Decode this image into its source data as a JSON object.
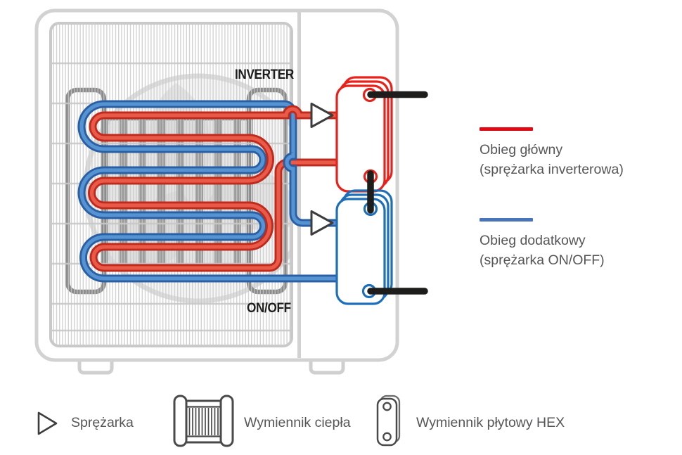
{
  "unit_labels": {
    "inverter": "INVERTER",
    "on_off": "ON/OFF"
  },
  "legend": {
    "items": [
      {
        "swatch_color": "#e30613",
        "title": "Obieg główny",
        "subtitle": "(sprężarka inverterowa)"
      },
      {
        "swatch_color": "#4a74ba",
        "title": "Obieg dodatkowy",
        "subtitle": "(sprężarka ON/OFF)"
      }
    ]
  },
  "symbol_legend": {
    "items": [
      {
        "icon": "compressor-icon",
        "label": "Sprężarka"
      },
      {
        "icon": "heat-exchanger-coil-icon",
        "label": "Wymiennik ciepła"
      },
      {
        "icon": "plate-hex-icon",
        "label": "Wymiennik płytowy HEX"
      }
    ]
  },
  "colors": {
    "red_circuit": "#e30613",
    "blue_circuit": "#4a74ba",
    "hex_red": "#e8211a",
    "hex_blue": "#1e6fb9",
    "pipe_red_edge": "#bf2a1d",
    "pipe_red_core": "#ea5a49",
    "pipe_blue_edge": "#2a5fa3",
    "pipe_blue_core": "#5593d2",
    "black_pipe": "#1d1d1b",
    "unit_outline": "#d2d2d2",
    "icon_outline": "#3d3d3d",
    "text_gray": "#565659"
  }
}
